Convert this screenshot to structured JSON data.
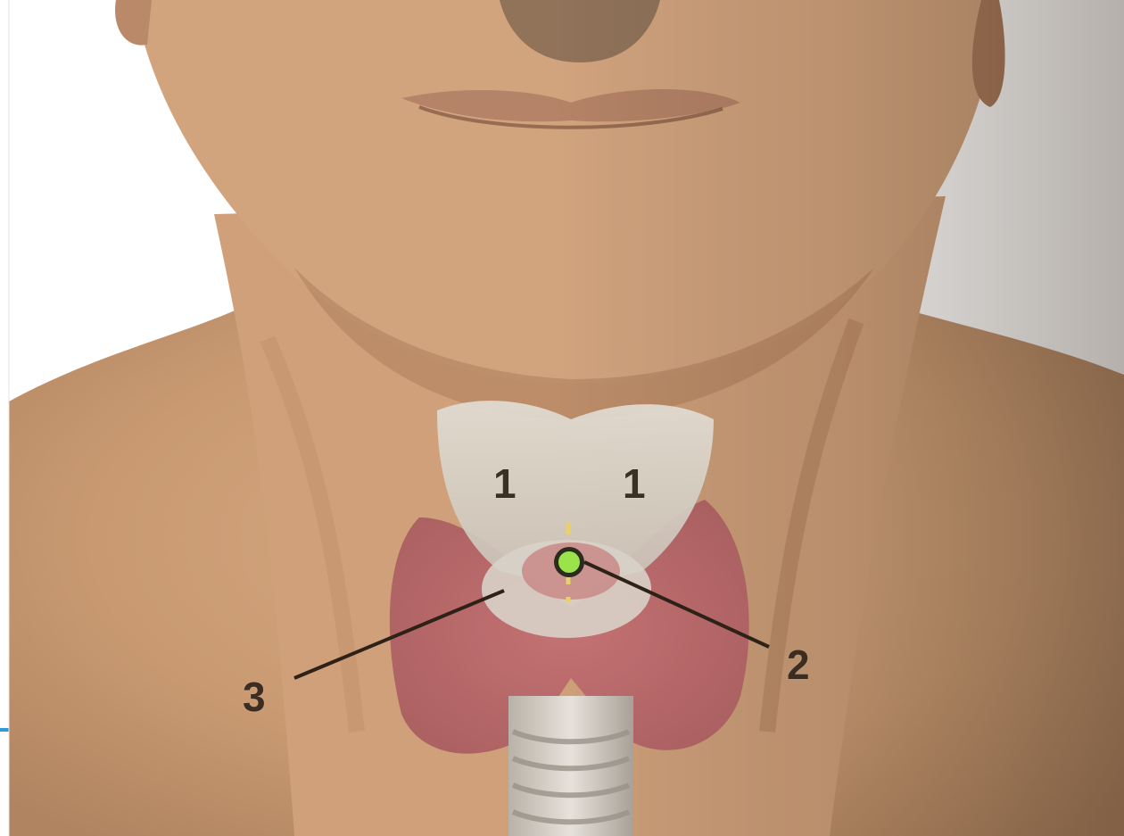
{
  "figure": {
    "labels": {
      "thyroid_cartilage_left": "1",
      "thyroid_cartilage_right": "1",
      "cricothyroid_membrane": "2",
      "cricoid_cartilage": "3"
    },
    "marker": {
      "color": "#9be34a",
      "ring_color": "#2b2b1e"
    },
    "colors": {
      "skin": "#d6a77f",
      "thyroid_gland": "#b9646a",
      "cartilage": "#d9d4cc",
      "background": "#ffffff",
      "border_accent": "#2f9bd6"
    }
  }
}
